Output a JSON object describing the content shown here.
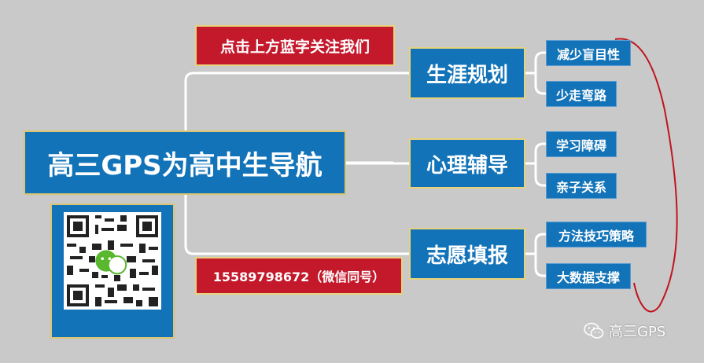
{
  "center": {
    "title": "高三GPS为高中生导航"
  },
  "banner_top": {
    "text": "点击上方蓝字关注我们"
  },
  "banner_bottom": {
    "text": "15589798672（微信同号）"
  },
  "branches": [
    {
      "label": "生涯规划",
      "leaves": [
        "减少盲目性",
        "少走弯路"
      ]
    },
    {
      "label": "心理辅导",
      "leaves": [
        "学习障碍",
        "亲子关系"
      ]
    },
    {
      "label": "志愿填报",
      "leaves": [
        "方法技巧策略",
        "大数据支撑"
      ]
    }
  ],
  "watermark": {
    "text": "高三GPS",
    "icon": "wechat-icon"
  },
  "colors": {
    "background": "#c9c9c9",
    "node_blue": "#1273b8",
    "banner_red": "#c4182b",
    "connector": "#ffffff",
    "annotation_oval": "#c0141e"
  }
}
